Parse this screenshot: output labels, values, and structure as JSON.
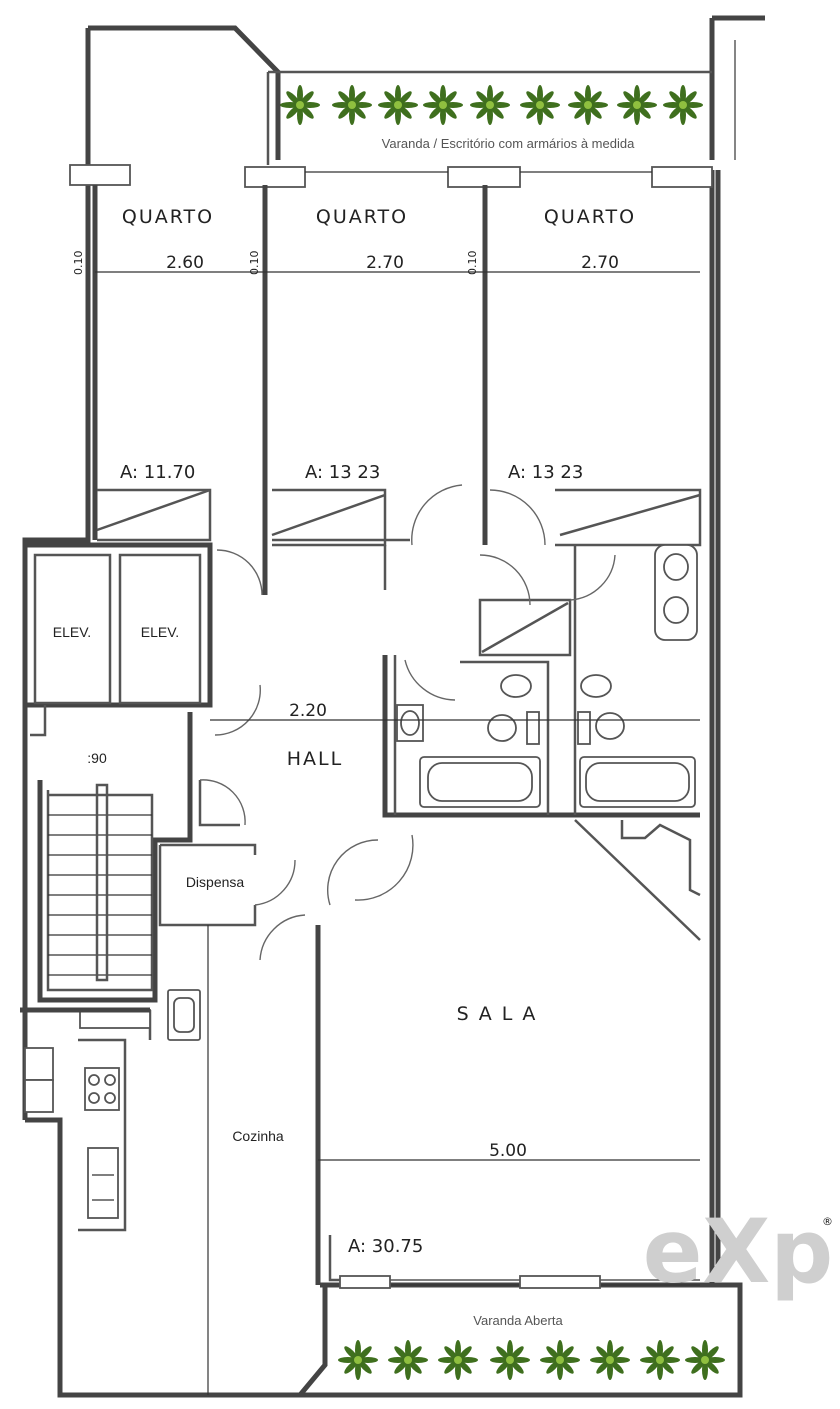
{
  "rooms": {
    "quarto_1": "QUARTO",
    "quarto_2": "QUARTO",
    "quarto_3": "QUARTO",
    "elev_1": "ELEV.",
    "elev_2": "ELEV.",
    "hall": "HALL",
    "dispensa": "Dispensa",
    "cozinha": "Cozinha",
    "sala": "S A L A"
  },
  "dimensions": {
    "quarto_1_width": "2.60",
    "quarto_2_width": "2.70",
    "quarto_3_width": "2.70",
    "wall_1": "0.10",
    "wall_2": "0.10",
    "wall_3": "0.10",
    "hall_width": "2.20",
    "stair": ":90",
    "sala_width": "5.00"
  },
  "areas": {
    "quarto_1": "A: 11.70",
    "quarto_2": "A: 13 23",
    "quarto_3": "A: 13 23",
    "sala": "A: 30.75"
  },
  "notes": {
    "varanda_top": "Varanda / Escritório com armários à medida",
    "varanda_bottom": "Varanda Aberta"
  },
  "logo": {
    "text": "eXp",
    "mark": "®",
    "color": "#cfcfcf"
  },
  "colors": {
    "walls": "#444444",
    "plants": "#3f6f1e",
    "background": "#ffffff"
  },
  "icons": {
    "plant": "plant-icon",
    "stove": "stove-icon",
    "sink": "sink-icon",
    "bathtub": "bathtub-icon",
    "toilet": "toilet-icon"
  }
}
